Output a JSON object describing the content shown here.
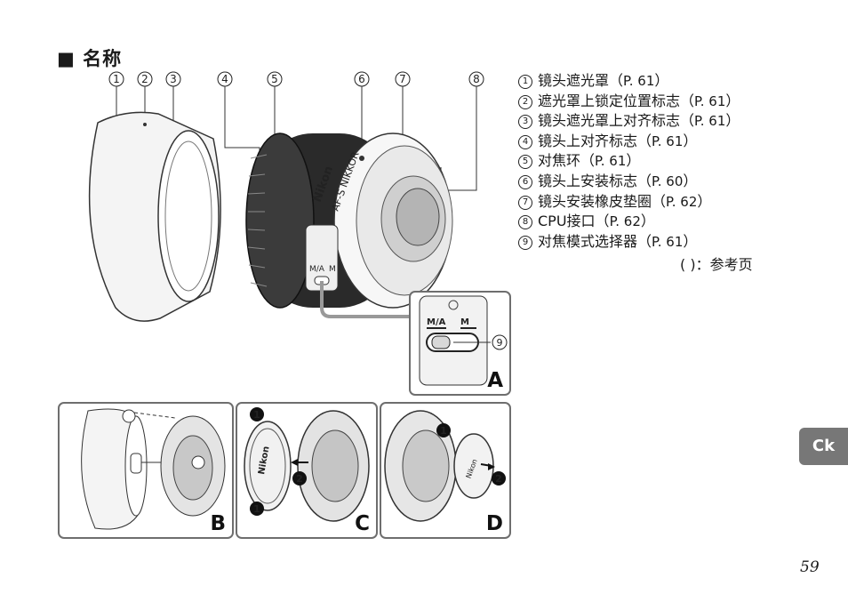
{
  "section": {
    "bullet": "■",
    "title": "名称"
  },
  "parts": [
    {
      "num": "1",
      "label": "镜头遮光罩",
      "ref": "P. 61"
    },
    {
      "num": "2",
      "label": "遮光罩上锁定位置标志",
      "ref": "P. 61"
    },
    {
      "num": "3",
      "label": "镜头遮光罩上对齐标志",
      "ref": "P. 61"
    },
    {
      "num": "4",
      "label": "镜头上对齐标志",
      "ref": "P. 61"
    },
    {
      "num": "5",
      "label": "对焦环",
      "ref": "P. 61"
    },
    {
      "num": "6",
      "label": "镜头上安装标志",
      "ref": "P. 60"
    },
    {
      "num": "7",
      "label": "镜头安装橡皮垫圈",
      "ref": "P. 62"
    },
    {
      "num": "8",
      "label": "CPU接口",
      "ref": "P. 62"
    },
    {
      "num": "9",
      "label": "对焦模式选择器",
      "ref": "P. 61"
    }
  ],
  "ref_legend": "(     )：参考页",
  "lens_markings": {
    "brand": "Nikon",
    "model": "AF-S NIKKOR",
    "cap_brand": "Nikon"
  },
  "switch_labels": {
    "ma": "M/A",
    "m": "M"
  },
  "panels": {
    "a": "A",
    "b": "B",
    "c": "C",
    "d": "D"
  },
  "step_markers": {
    "one": "1",
    "two": "2"
  },
  "lang_tab": "Ck",
  "page_number": "59"
}
